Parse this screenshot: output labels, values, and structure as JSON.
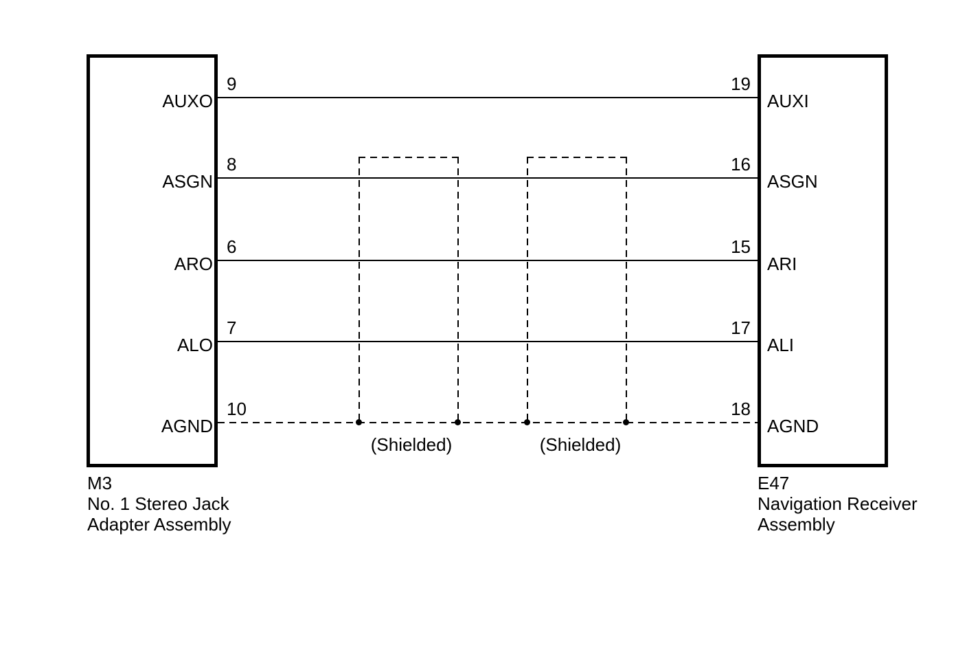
{
  "diagram": {
    "left_connector": {
      "code": "M3",
      "name_line1": "No. 1 Stereo Jack",
      "name_line2": "Adapter Assembly",
      "pins": [
        {
          "number": "9",
          "label": "AUXO"
        },
        {
          "number": "8",
          "label": "ASGN"
        },
        {
          "number": "6",
          "label": "ARO"
        },
        {
          "number": "7",
          "label": "ALO"
        },
        {
          "number": "10",
          "label": "AGND"
        }
      ]
    },
    "right_connector": {
      "code": "E47",
      "name_line1": "Navigation Receiver",
      "name_line2": "Assembly",
      "pins": [
        {
          "number": "19",
          "label": "AUXI"
        },
        {
          "number": "16",
          "label": "ASGN"
        },
        {
          "number": "15",
          "label": "ARI"
        },
        {
          "number": "17",
          "label": "ALI"
        },
        {
          "number": "18",
          "label": "AGND"
        }
      ]
    },
    "wires": [
      {
        "from_pin": "9",
        "from_label": "AUXO",
        "to_pin": "19",
        "to_label": "AUXI",
        "style": "solid"
      },
      {
        "from_pin": "8",
        "from_label": "ASGN",
        "to_pin": "16",
        "to_label": "ASGN",
        "style": "solid"
      },
      {
        "from_pin": "6",
        "from_label": "ARO",
        "to_pin": "15",
        "to_label": "ARI",
        "style": "solid"
      },
      {
        "from_pin": "7",
        "from_label": "ALO",
        "to_pin": "17",
        "to_label": "ALI",
        "style": "solid"
      },
      {
        "from_pin": "10",
        "from_label": "AGND",
        "to_pin": "18",
        "to_label": "AGND",
        "style": "dashed"
      }
    ],
    "shields": [
      {
        "label": "(Shielded)"
      },
      {
        "label": "(Shielded)"
      }
    ],
    "colors": {
      "line": "#000000",
      "background": "#ffffff"
    }
  }
}
